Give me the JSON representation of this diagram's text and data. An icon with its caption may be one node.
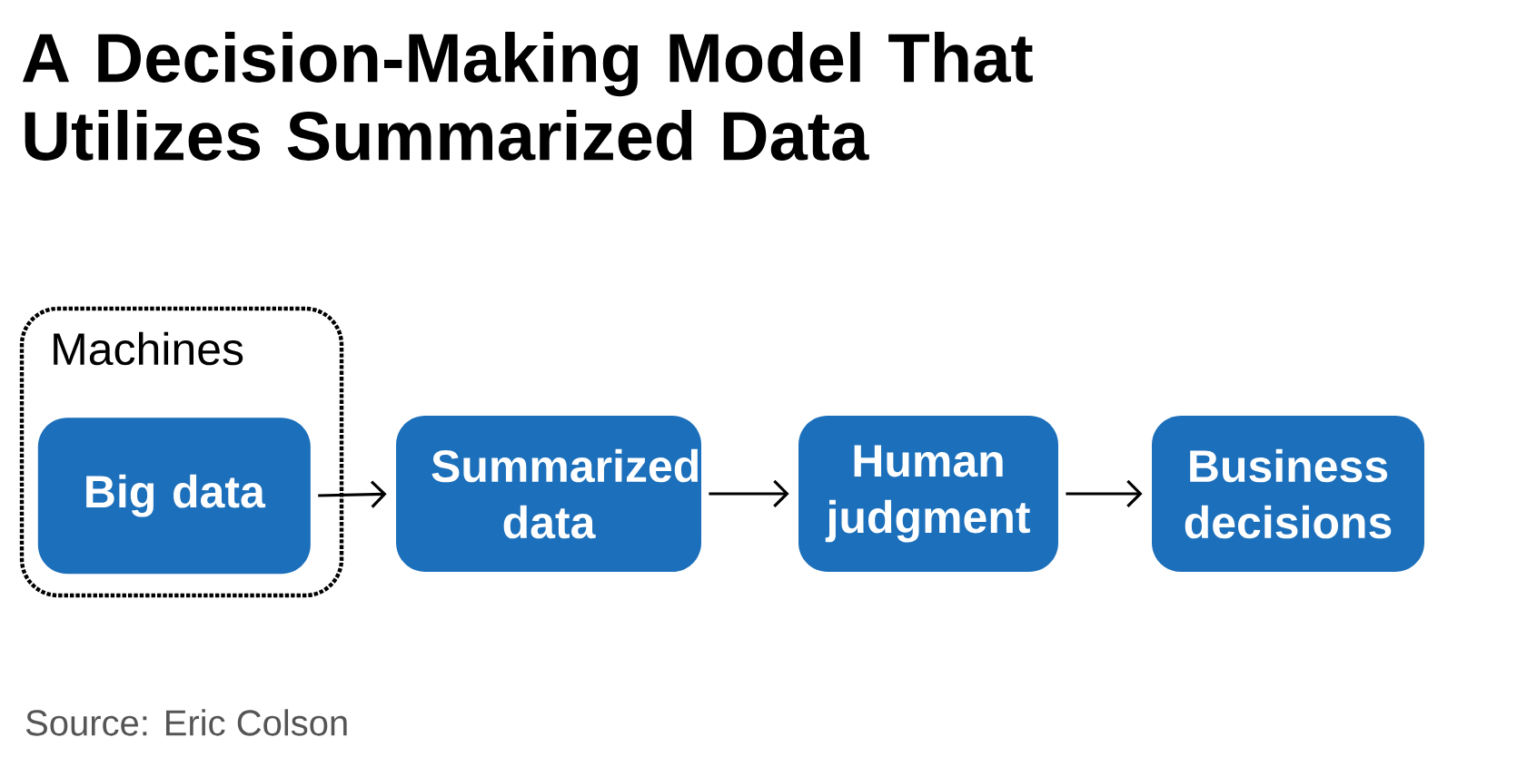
{
  "diagram": {
    "title": "A Decision-Making Model That Utilizes Summarized Data",
    "nodes": [
      {
        "text": [
          "Machines"
        ]
      },
      {
        "text": [
          "Big data"
        ],
        "in": 0
      },
      {
        "text": [
          "Summarized data"
        ]
      },
      {
        "text": [
          "Human judgment"
        ]
      },
      {
        "text": [
          "Business decisions"
        ]
      }
    ],
    "edges": [
      {
        "from": 1,
        "to": 2,
        "arrow": "to"
      },
      {
        "from": 2,
        "to": 3,
        "arrow": "to"
      },
      {
        "from": 3,
        "to": 4,
        "arrow": "to"
      }
    ],
    "labels": [
      "Source: Eric Colson"
    ]
  }
}
